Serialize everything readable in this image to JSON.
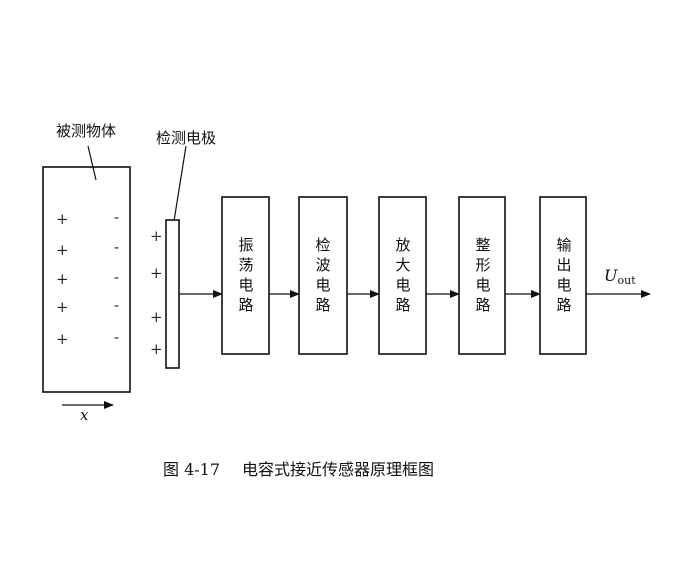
{
  "labels": {
    "object": "被测物体",
    "electrode": "检测电极",
    "x_axis": "x",
    "output_main": "U",
    "output_sub": "out"
  },
  "object_signs": {
    "left": [
      "+",
      "+",
      "+",
      "+",
      "+"
    ],
    "right": [
      "-",
      "-",
      "-",
      "-",
      "-"
    ]
  },
  "electrode_signs": [
    "+",
    "+",
    "+",
    "+"
  ],
  "blocks": [
    {
      "text": "振荡电路"
    },
    {
      "text": "检波电路"
    },
    {
      "text": "放大电路"
    },
    {
      "text": "整形电路"
    },
    {
      "text": "输出电路"
    }
  ],
  "caption": {
    "number": "图 4-17",
    "title": "电容式接近传感器原理框图"
  }
}
